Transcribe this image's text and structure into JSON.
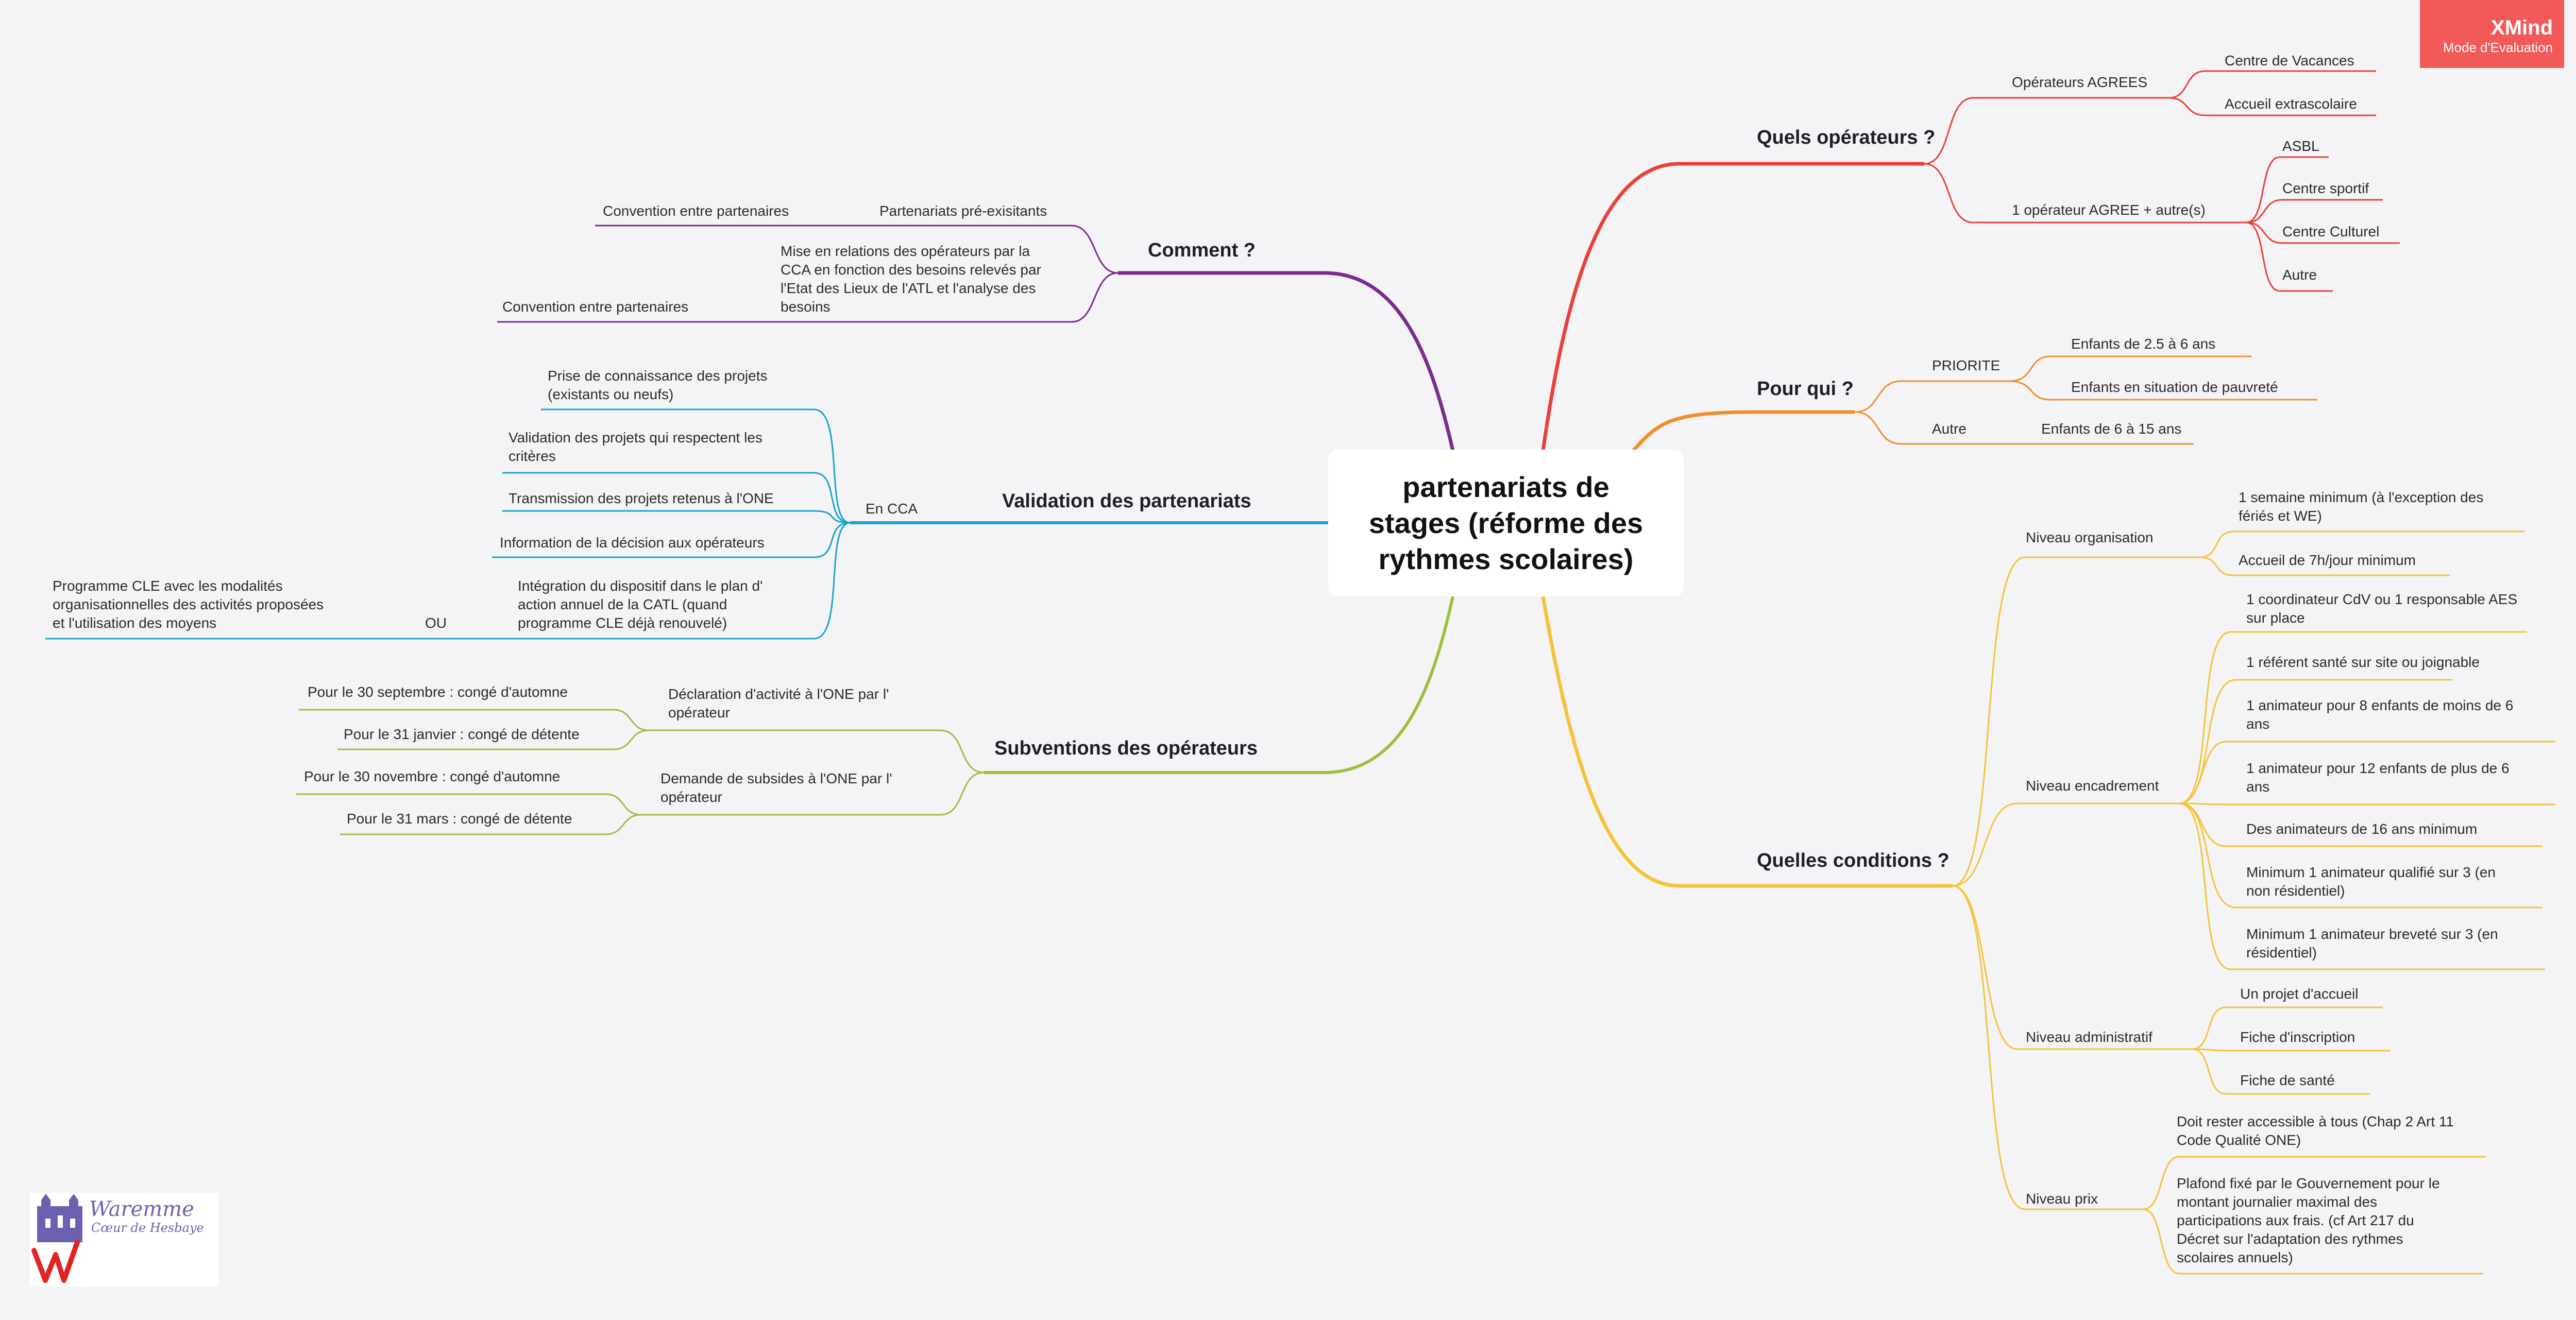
{
  "root": {
    "lines": [
      "partenariats de",
      "stages (réforme des",
      "rythmes scolaires)"
    ]
  },
  "badge": {
    "title": "XMind",
    "subtitle": "Mode d'Evaluation"
  },
  "logo": {
    "name": "Waremme",
    "tagline": "Cœur de Hesbaye"
  },
  "colors": {
    "quels_operateurs": "#e8413b",
    "pour_qui": "#f28e2c",
    "quelles_conditions": "#f5c33b",
    "comment": "#7b2d8e",
    "validation": "#1aa3d0",
    "subventions": "#9bc03d"
  },
  "branches": {
    "quels_operateurs": {
      "label": "Quels opérateurs ?",
      "agrees": "Opérateurs AGREES",
      "centre_vacances": "Centre de Vacances",
      "accueil_extrascolaire": "Accueil extrascolaire",
      "agree_autres": "1 opérateur AGREE + autre(s)",
      "asbl": "ASBL",
      "centre_sportif": "Centre sportif",
      "centre_culturel": "Centre Culturel",
      "autre": "Autre"
    },
    "pour_qui": {
      "label": "Pour qui ?",
      "priorite": "PRIORITE",
      "enfants_25_6": "Enfants de 2.5 à 6 ans",
      "enfants_pauvrete": "Enfants en situation de pauvreté",
      "autre": "Autre",
      "enfants_6_15": "Enfants de 6 à 15 ans"
    },
    "quelles_conditions": {
      "label": "Quelles conditions ?",
      "organisation": "Niveau organisation",
      "org_1": [
        "1 semaine minimum (à l'exception des",
        "fériés et WE)"
      ],
      "org_2": "Accueil de 7h/jour minimum",
      "encadrement": "Niveau encadrement",
      "enc_1": [
        "1 coordinateur CdV ou 1 responsable AES",
        "sur place"
      ],
      "enc_2": "1 référent santé sur site ou joignable",
      "enc_3": [
        "1 animateur pour 8 enfants de moins de 6",
        "ans"
      ],
      "enc_4": [
        "1 animateur pour 12 enfants de plus de 6",
        "ans"
      ],
      "enc_5": "Des animateurs de 16 ans minimum",
      "enc_6": [
        "Minimum 1 animateur qualifié sur 3 (en",
        "non résidentiel)"
      ],
      "enc_7": [
        "Minimum 1 animateur breveté sur 3 (en",
        "résidentiel)"
      ],
      "administratif": "Niveau administratif",
      "adm_1": "Un projet d'accueil",
      "adm_2": "Fiche d'inscription",
      "adm_3": "Fiche de santé",
      "prix": "Niveau prix",
      "prix_1": [
        "Doit rester accessible à tous (Chap 2 Art 11",
        "Code Qualité ONE)"
      ],
      "prix_2": [
        "Plafond fixé par le Gouvernement pour le",
        "montant journalier maximal des",
        "participations aux frais. (cf Art 217 du",
        "Décret sur l'adaptation des rythmes",
        "scolaires annuels)"
      ]
    },
    "comment": {
      "label": "Comment ?",
      "preexistants": "Partenariats pré-exisitants",
      "convention_1": "Convention entre partenaires",
      "mise_relation": [
        "Mise en relations des opérateurs par la",
        "CCA en fonction des besoins relevés par",
        " l'Etat des Lieux de l'ATL et l'analyse des",
        "besoins"
      ],
      "convention_2": "Convention entre partenaires"
    },
    "validation": {
      "label": "Validation des partenariats",
      "en_cca": "En CCA",
      "v1": [
        "Prise de connaissance des projets",
        "  (existants ou neufs)"
      ],
      "v2": [
        "Validation des projets qui respectent les",
        "critères"
      ],
      "v3": "Transmission des projets retenus à l'ONE",
      "v4": "Information de la décision aux opérateurs",
      "v5": [
        "Intégration du dispositif dans le plan d'",
        "action annuel de la CATL (quand",
        "programme CLE déjà renouvelé)"
      ],
      "ou": "OU",
      "cle": [
        "Programme CLE avec les modalités",
        "organisationnelles des activités proposées",
        "et l'utilisation des moyens"
      ]
    },
    "subventions": {
      "label": "Subventions des opérateurs",
      "declaration": [
        "Déclaration d'activité à l'ONE par l'",
        "opérateur"
      ],
      "sept": "Pour le 30 septembre : congé d'automne",
      "janv": "Pour le 31 janvier : congé de détente",
      "demande": [
        "Demande de subsides à l'ONE par l'",
        "opérateur"
      ],
      "nov": "Pour le 30 novembre : congé d'automne",
      "mars": "Pour le 31 mars : congé de détente"
    }
  }
}
